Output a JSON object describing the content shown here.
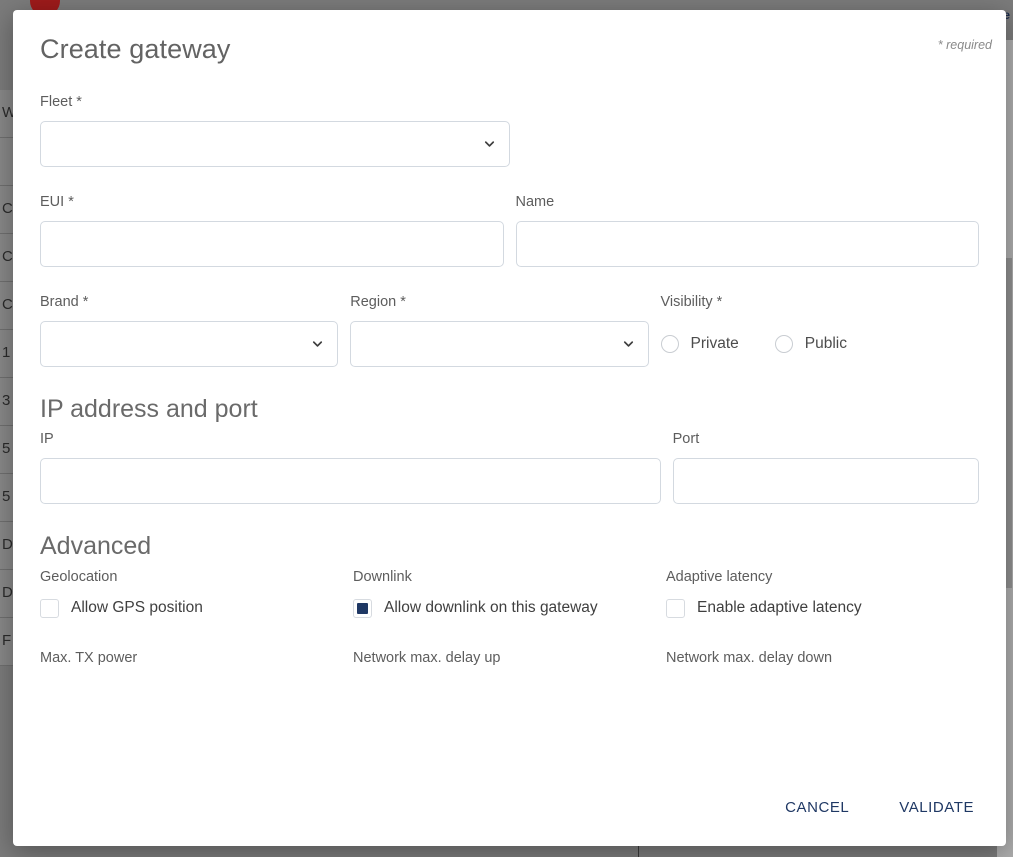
{
  "modal": {
    "title": "Create gateway",
    "required_note": "* required",
    "fields": {
      "fleet": {
        "label": "Fleet *",
        "value": "",
        "type": "select",
        "icon": "chevron-down-icon"
      },
      "eui": {
        "label": "EUI *",
        "value": "",
        "placeholder": ""
      },
      "name": {
        "label": "Name",
        "value": "",
        "placeholder": ""
      },
      "brand": {
        "label": "Brand *",
        "value": "",
        "type": "select",
        "icon": "chevron-down-icon"
      },
      "region": {
        "label": "Region *",
        "value": "",
        "type": "select",
        "icon": "chevron-down-icon"
      },
      "visibility": {
        "label": "Visibility *",
        "options": [
          {
            "label": "Private",
            "selected": false
          },
          {
            "label": "Public",
            "selected": false
          }
        ]
      }
    },
    "ip_section": {
      "title": "IP address and port",
      "ip": {
        "label": "IP",
        "value": "",
        "placeholder": ""
      },
      "port": {
        "label": "Port",
        "value": "",
        "placeholder": ""
      }
    },
    "advanced_section": {
      "title": "Advanced",
      "columns": [
        {
          "label": "Geolocation",
          "checkbox": {
            "label": "Allow GPS position",
            "checked": false
          },
          "sub_label": "Max. TX power"
        },
        {
          "label": "Downlink",
          "checkbox": {
            "label": "Allow downlink on this gateway",
            "checked": true
          },
          "sub_label": "Network max. delay up"
        },
        {
          "label": "Adaptive latency",
          "checkbox": {
            "label": "Enable adaptive latency",
            "checked": false
          },
          "sub_label": "Network max. delay down"
        }
      ]
    },
    "actions": {
      "cancel": "CANCEL",
      "validate": "VALIDATE"
    },
    "colors": {
      "accent": "#1f3864",
      "title_text": "#636363",
      "label_text": "#5d5d5d",
      "border": "#d3d9e0",
      "backdrop": "#7b7b7b"
    }
  },
  "background": {
    "rows": [
      "W",
      "",
      "C",
      "C",
      "C",
      "1",
      "3",
      "5",
      "5",
      "D",
      "D",
      "F"
    ]
  }
}
